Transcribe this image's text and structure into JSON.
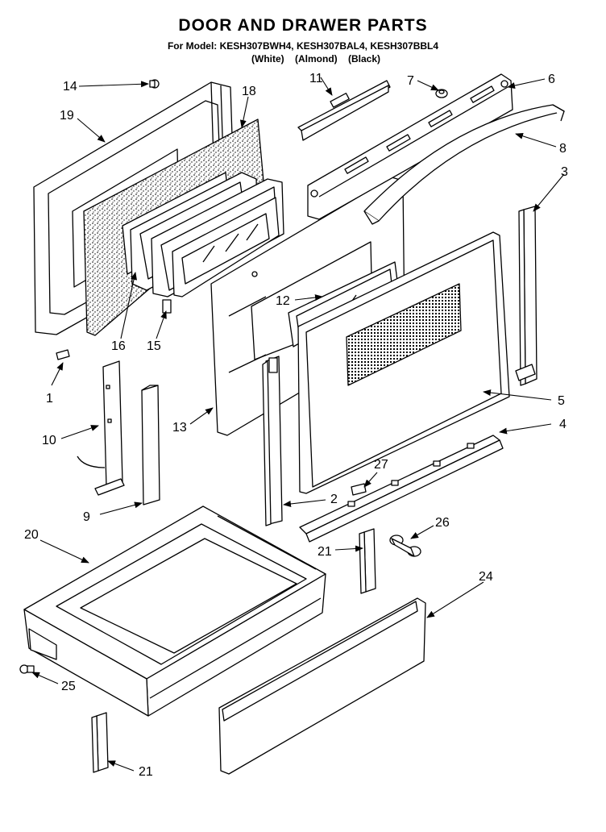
{
  "header": {
    "title": "DOOR AND DRAWER PARTS",
    "for_model": "For Model: KESH307BWH4, KESH307BAL4, KESH307BBL4",
    "colors": [
      "(White)",
      "(Almond)",
      "(Black)"
    ]
  },
  "callouts": [
    "14",
    "19",
    "18",
    "11",
    "7",
    "6",
    "8",
    "3",
    "12",
    "16",
    "15",
    "1",
    "10",
    "13",
    "5",
    "4",
    "27",
    "2",
    "9",
    "20",
    "21",
    "26",
    "24",
    "25",
    "21"
  ]
}
